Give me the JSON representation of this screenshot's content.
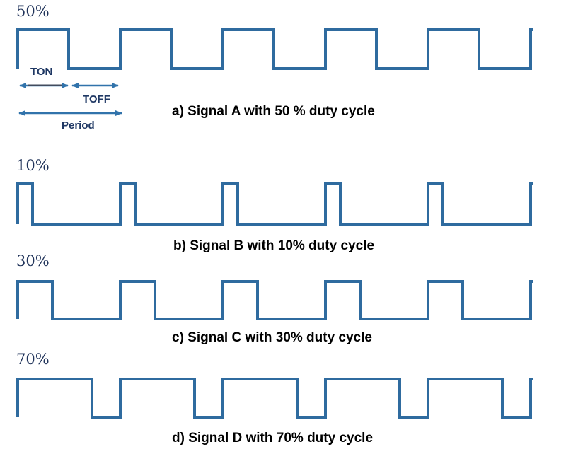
{
  "colors": {
    "wave": "#2f6b9f",
    "arrow": "#3173ab",
    "arrow_dark_overlay": "#414b5e",
    "duty_label": "#20335a",
    "annotation_label": "#1f3864",
    "caption": "#000000",
    "background": "#ffffff"
  },
  "annotations": {
    "ton_label": "TON",
    "toff_label": "TOFF",
    "period_label": "Period"
  },
  "signals": [
    {
      "id": "a",
      "duty_label": "50%",
      "caption": "a) Signal A with 50 % duty cycle"
    },
    {
      "id": "b",
      "duty_label": "10%",
      "caption": "b) Signal B with 10% duty cycle"
    },
    {
      "id": "c",
      "duty_label": "30%",
      "caption": "c) Signal C with 30% duty cycle"
    },
    {
      "id": "d",
      "duty_label": "70%",
      "caption": "d) Signal D with 70% duty cycle"
    }
  ],
  "chart_data": [
    {
      "type": "line",
      "waveform": "square",
      "signal_name": "Signal A",
      "duty_cycle_pct": 50,
      "levels": [
        "low",
        "high"
      ],
      "cycles_shown": 5,
      "starts_with": "rising-edge",
      "annotations": [
        "TON",
        "TOFF",
        "Period"
      ],
      "title": "a) Signal A with 50 % duty cycle"
    },
    {
      "type": "line",
      "waveform": "square",
      "signal_name": "Signal B",
      "duty_cycle_pct": 10,
      "levels": [
        "low",
        "high"
      ],
      "cycles_shown": 5,
      "starts_with": "rising-edge",
      "annotations": [],
      "title": "b) Signal B with 10% duty cycle"
    },
    {
      "type": "line",
      "waveform": "square",
      "signal_name": "Signal C",
      "duty_cycle_pct": 30,
      "levels": [
        "low",
        "high"
      ],
      "cycles_shown": 5,
      "starts_with": "rising-edge",
      "annotations": [],
      "title": "c) Signal C with 30% duty cycle"
    },
    {
      "type": "line",
      "waveform": "square",
      "signal_name": "Signal D",
      "duty_cycle_pct": 70,
      "levels": [
        "low",
        "high"
      ],
      "cycles_shown": 5,
      "starts_with": "rising-edge",
      "annotations": [],
      "title": "d) Signal D with 70% duty cycle"
    }
  ]
}
